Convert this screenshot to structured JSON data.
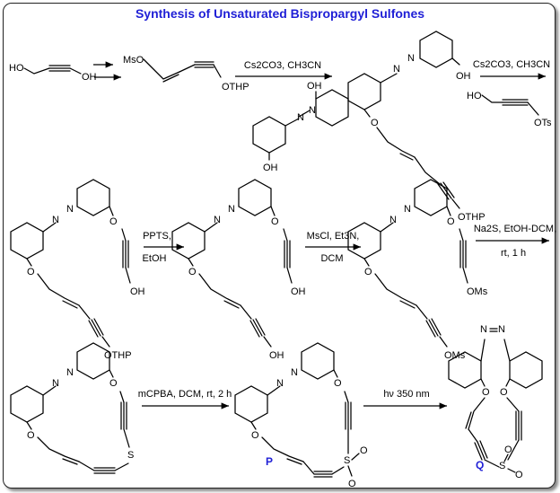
{
  "title": "Synthesis of Unsaturated Bispropargyl Sulfones",
  "colors": {
    "title": "#1f1fd6",
    "labels": "#1f1fd6",
    "frame": "#222222"
  },
  "groups": {
    "ho": "HO",
    "oh": "OH",
    "mso": "MsO",
    "othp": "OTHP",
    "ots": "OTs",
    "o": "O",
    "n": "N",
    "oms": "OMs",
    "s": "S"
  },
  "reagents": {
    "r1": "Cs2CO3, CH3CN",
    "r2": "Cs2CO3, CH3CN",
    "r3a": "PPTS,",
    "r3b": "EtOH",
    "r4a": "MsCl, Et3N,",
    "r4b": "DCM",
    "r5a": "Na2S, EtOH-DCM,",
    "r5b": "rt, 1 h",
    "r6": "mCPBA, DCM, rt, 2 h",
    "r7": "hν 350 nm"
  },
  "compounds": {
    "p": "P",
    "q": "Q"
  }
}
